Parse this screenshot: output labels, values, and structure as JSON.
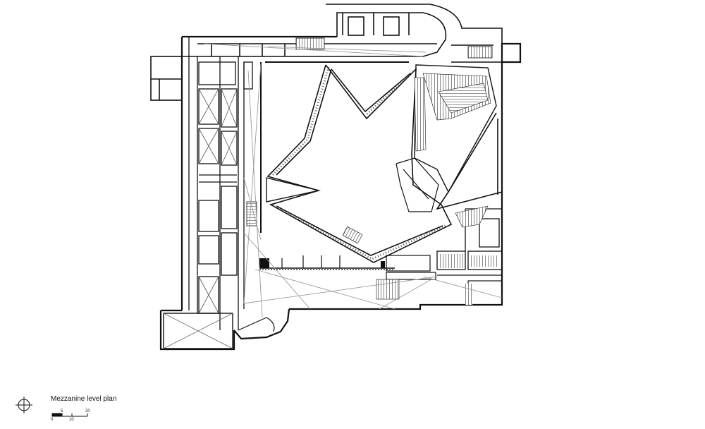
{
  "drawing": {
    "caption": "Mezzanine level plan",
    "scale_labels": [
      "0",
      "5",
      "10",
      "20"
    ],
    "line_color": "#111111",
    "hatch_color": "#555555",
    "circulation_color": "#9a9a9a",
    "background": "#ffffff"
  }
}
